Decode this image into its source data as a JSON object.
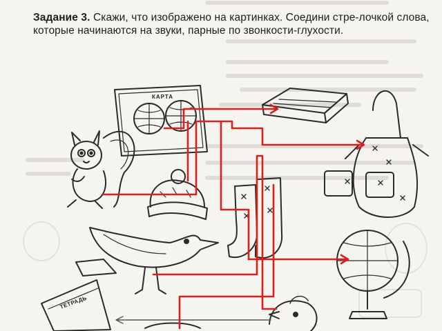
{
  "task": {
    "label": "Задание 3.",
    "text": "Скажи, что изображено на картинках. Соедини стре-лочкой слова, которые начинаются на звуки, парные по звонкости-глухости."
  },
  "pictures": {
    "map_caption": "КАРТА",
    "notebook_caption": "ТЕТРАДЬ"
  },
  "colors": {
    "line_red": "#d9201f",
    "ink": "#2a2a2a",
    "paper": "#f6f4ef",
    "bleed": "#c9c6c0"
  }
}
